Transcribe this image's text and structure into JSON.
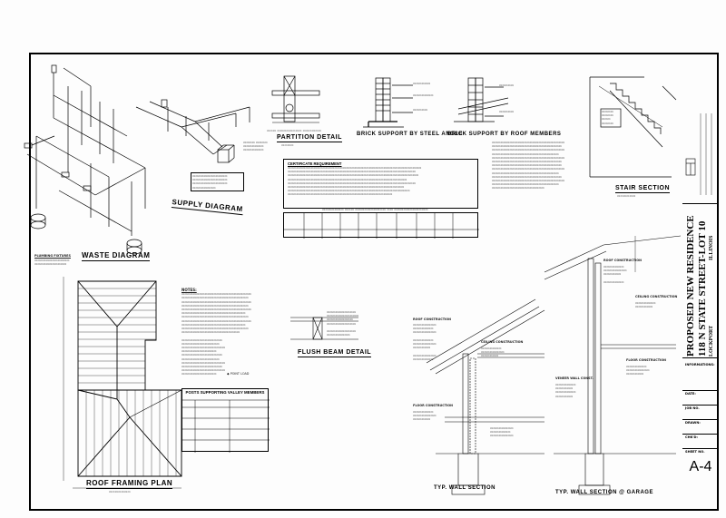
{
  "labels": {
    "waste_diagram": "WASTE DIAGRAM",
    "supply_diagram": "SUPPLY DIAGRAM",
    "partition_detail": "PARTITION DETAIL",
    "brick_support_steel": "BRICK SUPPORT BY STEEL ANGLE",
    "brick_support_roof": "BRICK SUPPORT BY ROOF MEMBERS",
    "stair_section": "STAIR SECTION",
    "roof_framing_plan": "ROOF FRAMING PLAN",
    "flush_beam_detail": "FLUSH BEAM DETAIL",
    "typ_wall_section": "TYP. WALL SECTION",
    "typ_wall_section_garage": "TYP. WALL SECTION @ GARAGE",
    "roof_construction": "ROOF CONSTRUCTION",
    "ceiling_construction": "CEILING CONSTRUCTION",
    "floor_construction": "FLOOR CONSTRUCTION",
    "veneer_wall_const": "VENEER WALL CONST.",
    "posts_supporting": "POSTS SUPPORTING VALLEY MEMBERS",
    "certificate_required": "CERTIFICATE REQUIREMENT",
    "plumbing_fixtures": "PLUMBING FIXTURES",
    "notes": "NOTES:",
    "point_load": "POINT LOAD"
  },
  "title_block": {
    "project": "PROPOSED NEW RESIDENCE",
    "address": "118 N STATE STREET-LOT 10",
    "city": "LOCKPORT",
    "state": "ILLINOIS",
    "informations": "INFORMATIONS:",
    "date_label": "DATE:",
    "job_label": "JOB NO.",
    "drawn_label": "DRAWN:",
    "chkd_label": "CHK'D:",
    "sheet_label": "SHEET NO.",
    "sheet_no": "A-4"
  }
}
